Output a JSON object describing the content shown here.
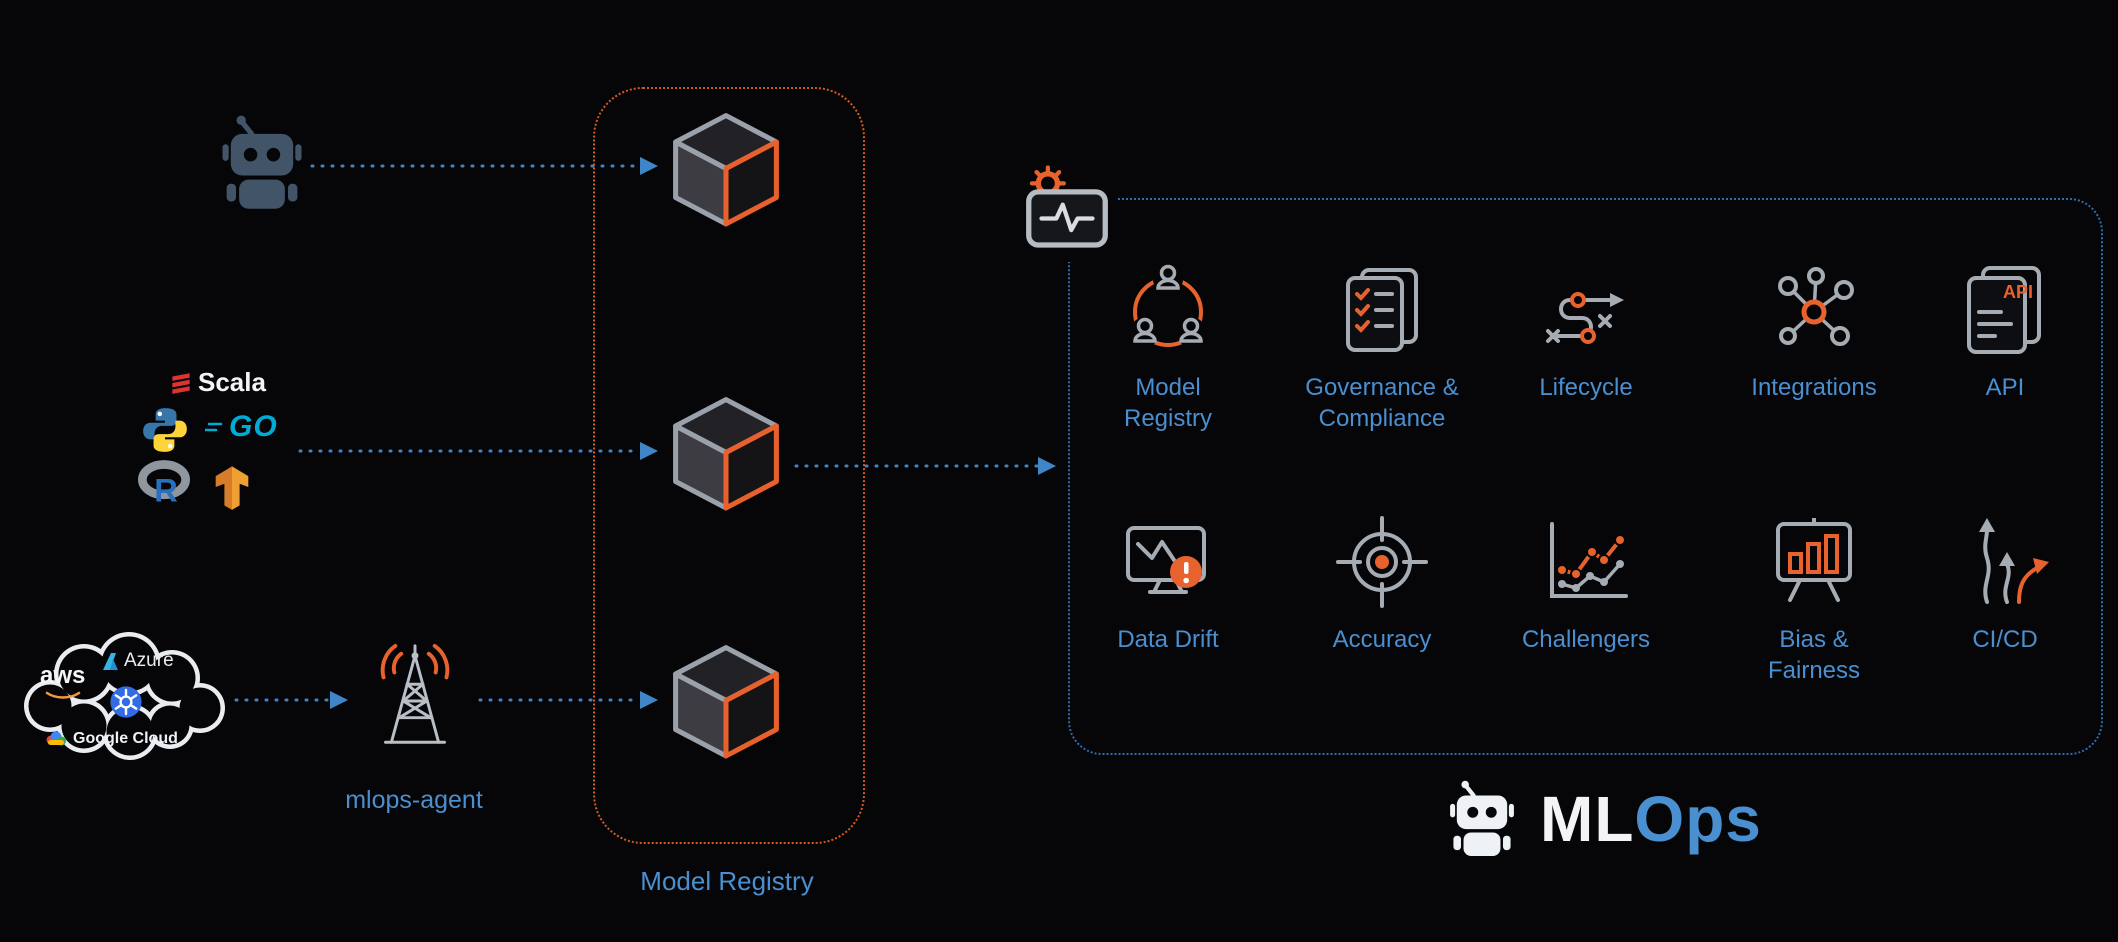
{
  "colors": {
    "background": "#060608",
    "accent_orange": "#e8622d",
    "label_blue": "#4a8fd0",
    "icon_gray": "#a6acb4",
    "arrow_blue": "#3f86c9",
    "go_cyan": "#00acd7"
  },
  "sources": {
    "robot_icon": "robot-icon",
    "languages": {
      "scala": "Scala",
      "go": "GO",
      "r": "R",
      "python_icon": "python-icon",
      "tensorflow_icon": "tensorflow-icon"
    },
    "cloud": {
      "aws": "aws",
      "azure": "Azure",
      "google": "Google Cloud",
      "kubernetes_icon": "kubernetes-icon"
    }
  },
  "agent": {
    "label": "mlops-agent"
  },
  "registry": {
    "label": "Model Registry"
  },
  "platform": {
    "api_badge": "API",
    "items": [
      {
        "label": "Model\nRegistry",
        "icon": "people-network-icon"
      },
      {
        "label": "Governance &\nCompliance",
        "icon": "checklist-icon"
      },
      {
        "label": "Lifecycle",
        "icon": "pipeline-path-icon"
      },
      {
        "label": "Integrations",
        "icon": "network-nodes-icon"
      },
      {
        "label": "API",
        "icon": "api-document-icon"
      },
      {
        "label": "Data Drift",
        "icon": "monitor-alert-icon"
      },
      {
        "label": "Accuracy",
        "icon": "target-icon"
      },
      {
        "label": "Challengers",
        "icon": "line-chart-icon"
      },
      {
        "label": "Bias &\nFairness",
        "icon": "bar-chart-easel-icon"
      },
      {
        "label": "CI/CD",
        "icon": "branch-arrows-icon"
      }
    ]
  },
  "logo": {
    "ml": "ML",
    "ops": "Ops"
  }
}
